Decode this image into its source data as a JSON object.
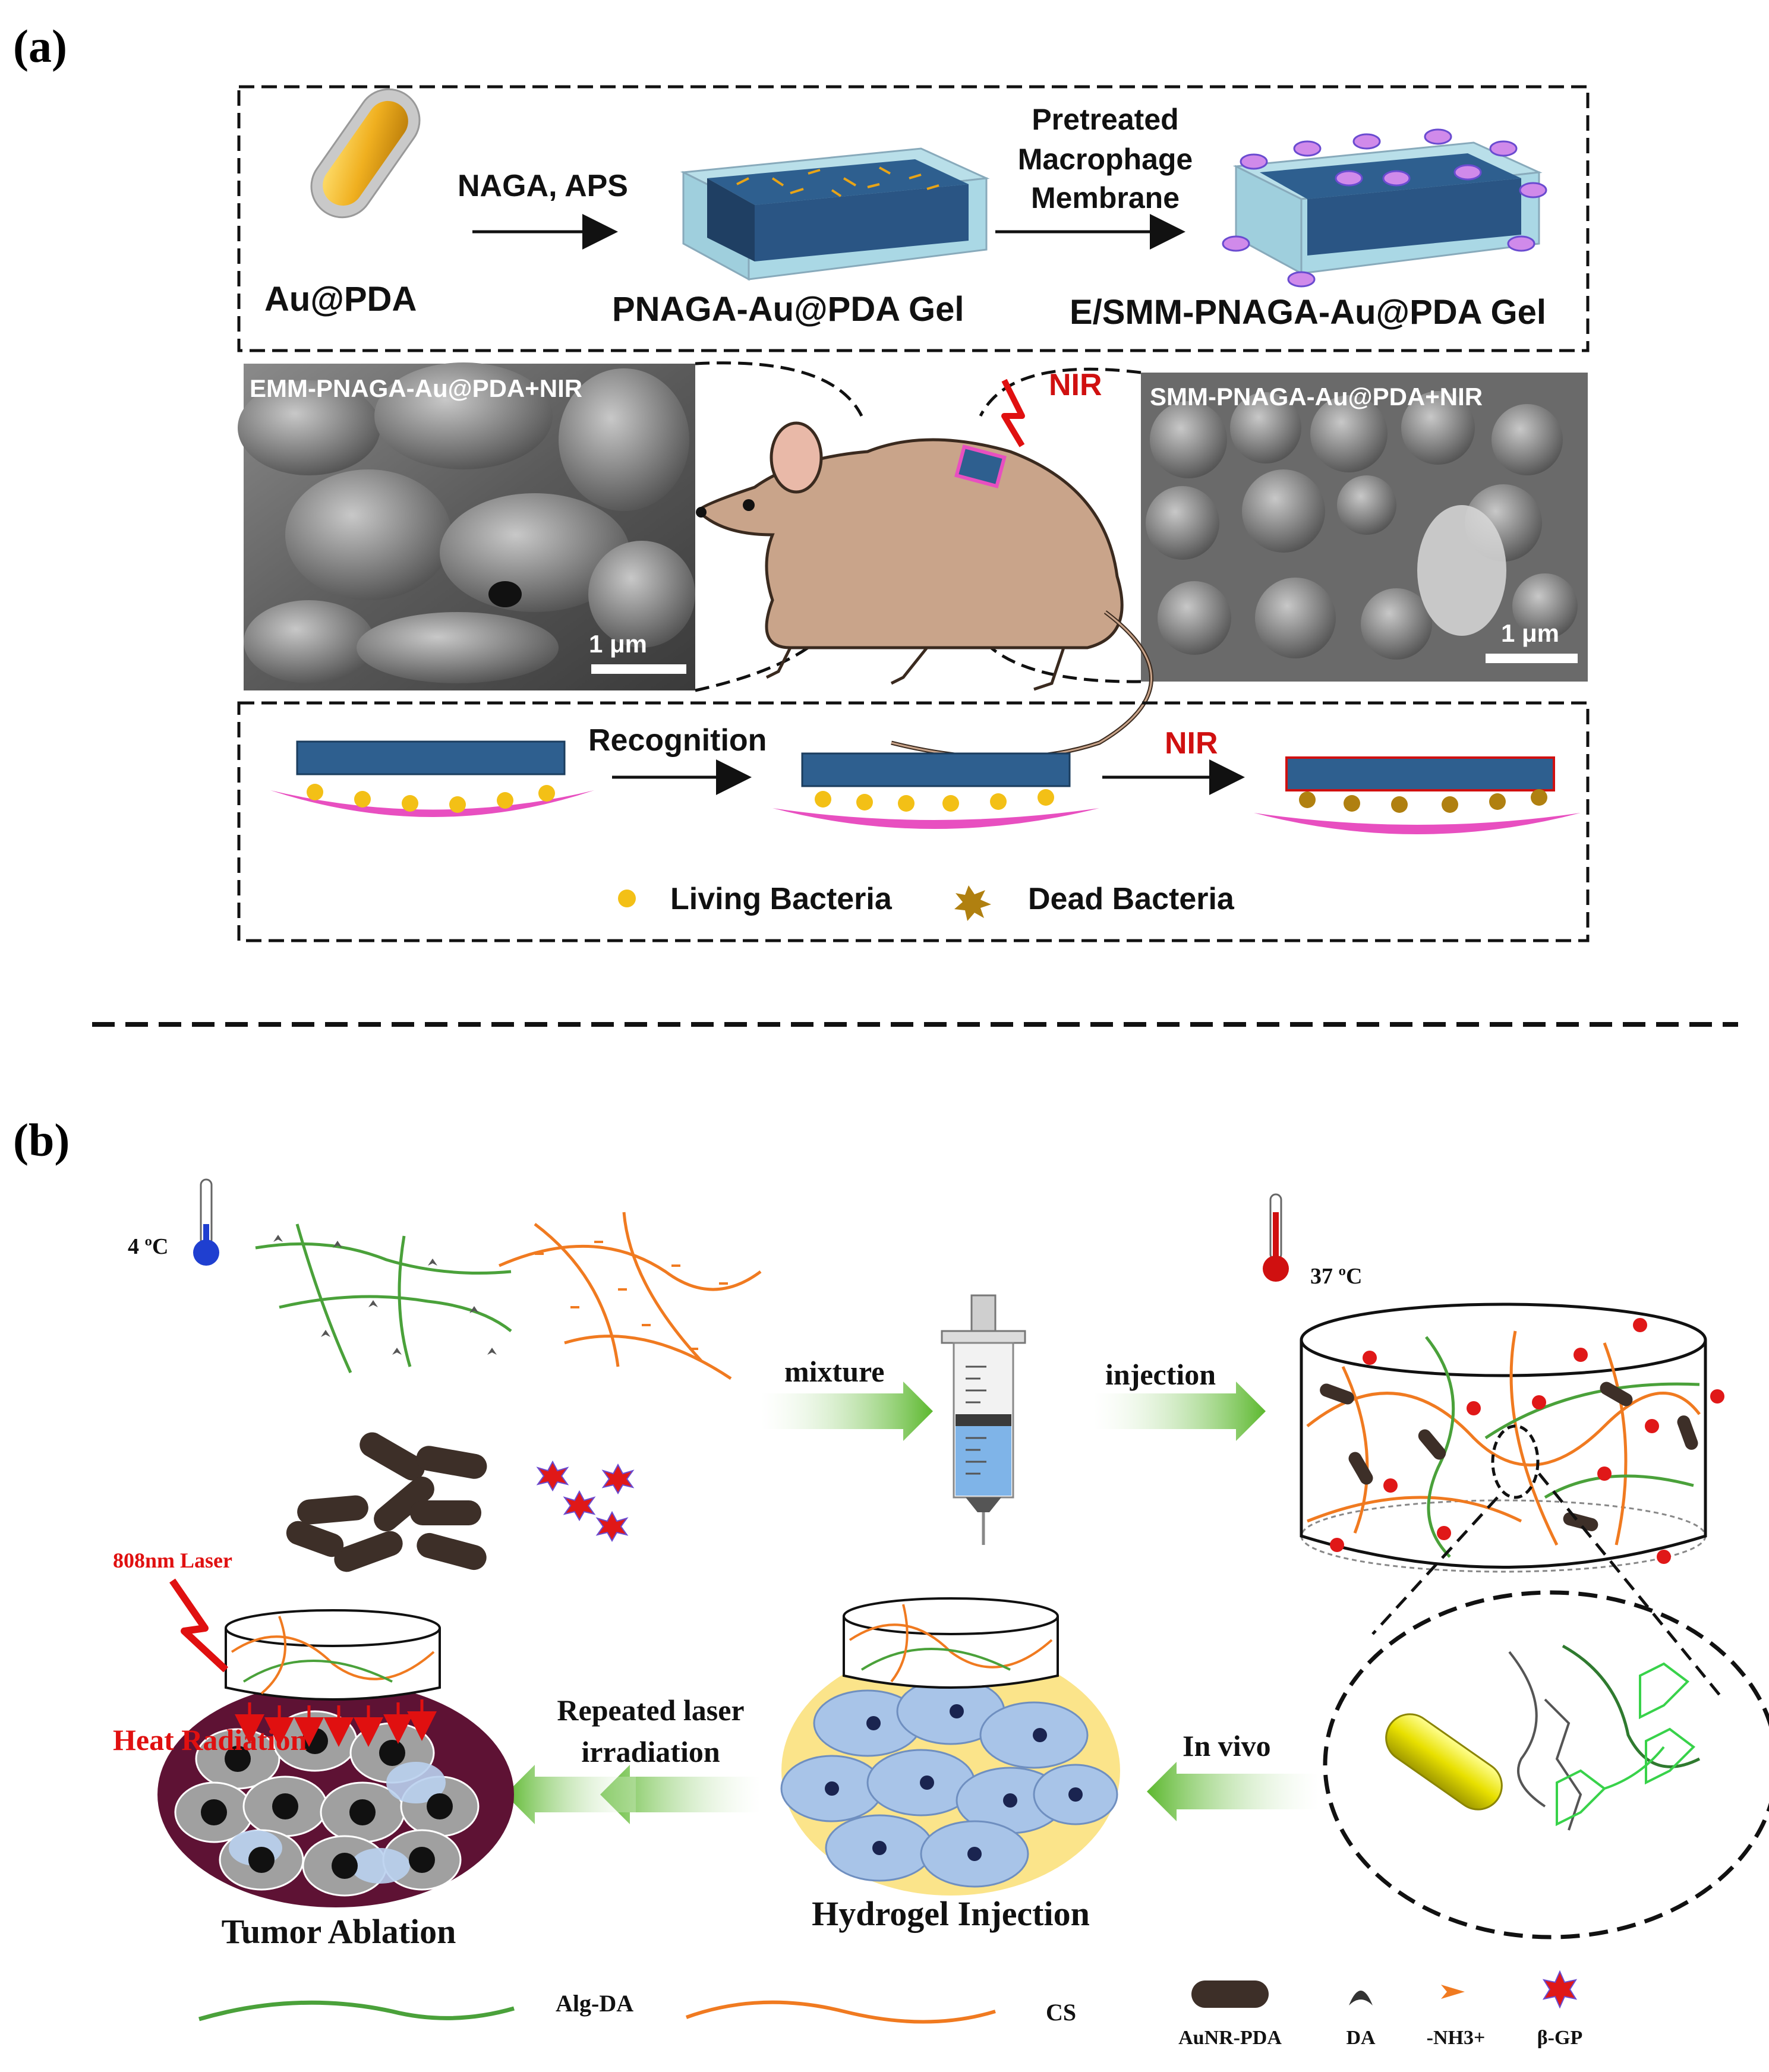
{
  "panel_a": {
    "letter": "(a)",
    "top_row": {
      "au_pda": "Au@PDA",
      "step1": "NAGA, APS",
      "gel": "PNAGA-Au@PDA Gel",
      "step2_lines": [
        "Pretreated",
        "Macrophage",
        "Membrane"
      ],
      "product": "E/SMM-PNAGA-Au@PDA Gel"
    },
    "sem_left": {
      "title": "EMM-PNAGA-Au@PDA+NIR",
      "scale": "1 μm"
    },
    "sem_right": {
      "title": "SMM-PNAGA-Au@PDA+NIR",
      "scale": "1 μm"
    },
    "mouse_nir": "NIR",
    "bottom_row": {
      "step1": "Recognition",
      "step2": "NIR",
      "legend_living": "Living Bacteria",
      "legend_dead": "Dead Bacteria"
    }
  },
  "panel_b": {
    "letter": "(b)",
    "temp_cold": "4 ºC",
    "temp_warm": "37 ºC",
    "arrow_mixture": "mixture",
    "arrow_injection": "injection",
    "arrow_in_vivo": "In vivo",
    "arrow_repeated_lines": [
      "Repeated laser",
      "irradiation"
    ],
    "laser_label": "808nm Laser",
    "heat_label": "Heat Radiation",
    "tumor_label": "Tumor Ablation",
    "hydrogel_label": "Hydrogel Injection",
    "legend": {
      "alg_da": "Alg-DA",
      "cs": "CS",
      "aunr": "AuNR-PDA",
      "da": "DA",
      "nh3": "-NH3+",
      "bgp": "β-GP"
    }
  },
  "colors": {
    "green_fiber": "#4aa13a",
    "orange_fiber": "#f07a20",
    "gold": "#e8a417",
    "gel_blue": "#2e5f8f",
    "pink": "#e84fc0",
    "nir_red": "#d01010",
    "arrow_green": "#6bbf3f"
  }
}
